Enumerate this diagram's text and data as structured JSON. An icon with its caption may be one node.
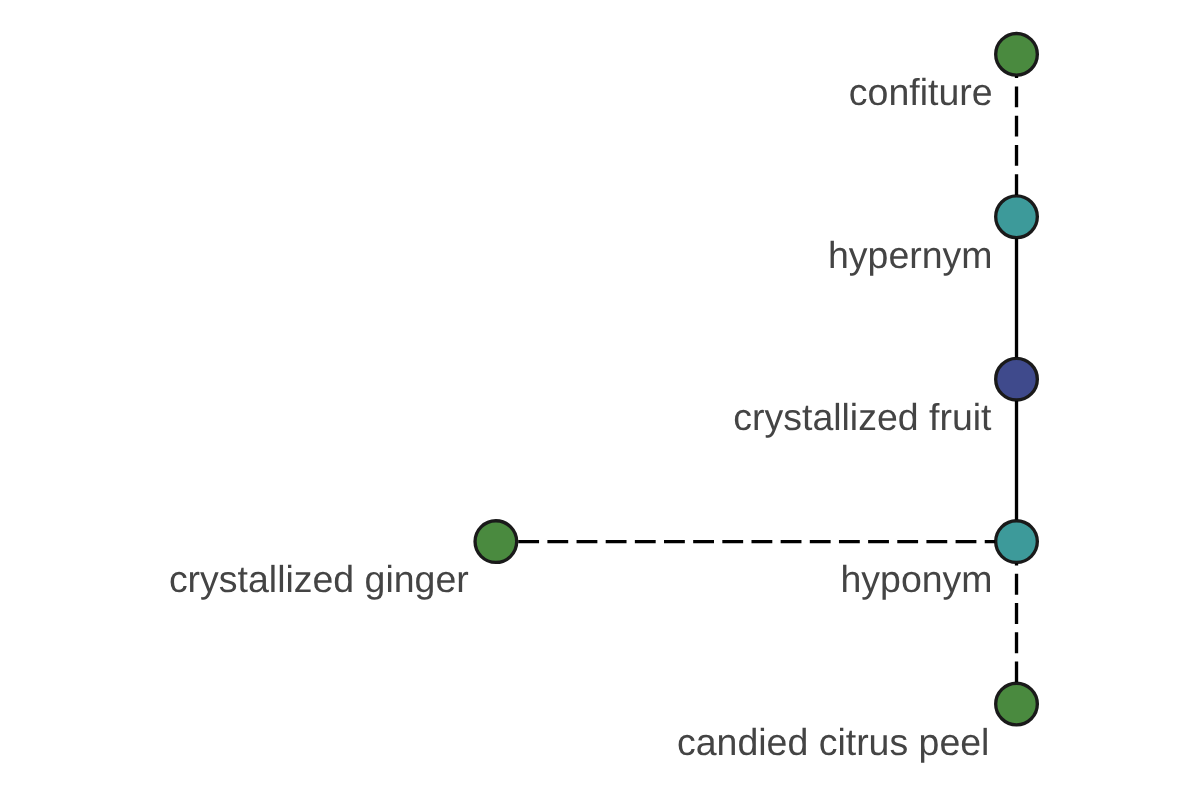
{
  "diagram": {
    "nodes": [
      {
        "text": [
          "confiture"
        ]
      },
      {
        "text": [
          "hypernym"
        ]
      },
      {
        "text": [
          "crystallized fruit"
        ]
      },
      {
        "text": [
          "hyponym"
        ]
      },
      {
        "text": [
          "crystallized ginger"
        ]
      },
      {
        "text": [
          "candied citrus peel"
        ]
      }
    ],
    "edges": [
      {
        "from": 3,
        "to": 2,
        "arrow": "none"
      },
      {
        "from": 2,
        "to": 1,
        "arrow": "none"
      },
      {
        "from": 1,
        "to": 0,
        "arrow": "none",
        "style": "dashed"
      },
      {
        "from": 4,
        "to": 3,
        "arrow": "none",
        "style": "dashed"
      },
      {
        "from": 5,
        "to": 3,
        "arrow": "none",
        "style": "dashed"
      }
    ]
  }
}
